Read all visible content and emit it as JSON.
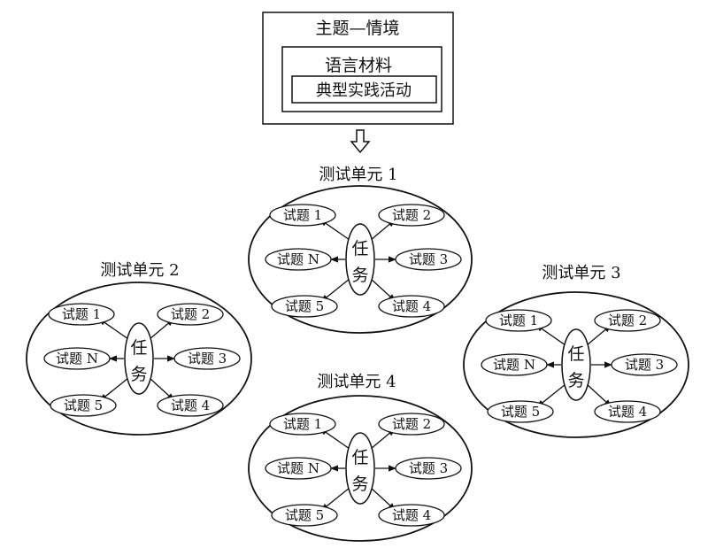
{
  "header": {
    "title": "主题—情境",
    "material": "语言材料",
    "activity": "典型实践活动"
  },
  "arrow_icon": "down-hollow-arrow-icon",
  "units": [
    {
      "title": "测试单元 1",
      "task_top": "任",
      "task_bottom": "务",
      "items": {
        "q1": "试题 1",
        "q2": "试题 2",
        "q3": "试题 3",
        "q4": "试题 4",
        "q5": "试题 5",
        "qn": "试题 N"
      }
    },
    {
      "title": "测试单元 2",
      "task_top": "任",
      "task_bottom": "务",
      "items": {
        "q1": "试题 1",
        "q2": "试题 2",
        "q3": "试题 3",
        "q4": "试题 4",
        "q5": "试题 5",
        "qn": "试题 N"
      }
    },
    {
      "title": "测试单元 3",
      "task_top": "任",
      "task_bottom": "务",
      "items": {
        "q1": "试题 1",
        "q2": "试题 2",
        "q3": "试题 3",
        "q4": "试题 4",
        "q5": "试题 5",
        "qn": "试题 N"
      }
    },
    {
      "title": "测试单元 4",
      "task_top": "任",
      "task_bottom": "务",
      "items": {
        "q1": "试题 1",
        "q2": "试题 2",
        "q3": "试题 3",
        "q4": "试题 4",
        "q5": "试题 5",
        "qn": "试题 N"
      }
    }
  ]
}
